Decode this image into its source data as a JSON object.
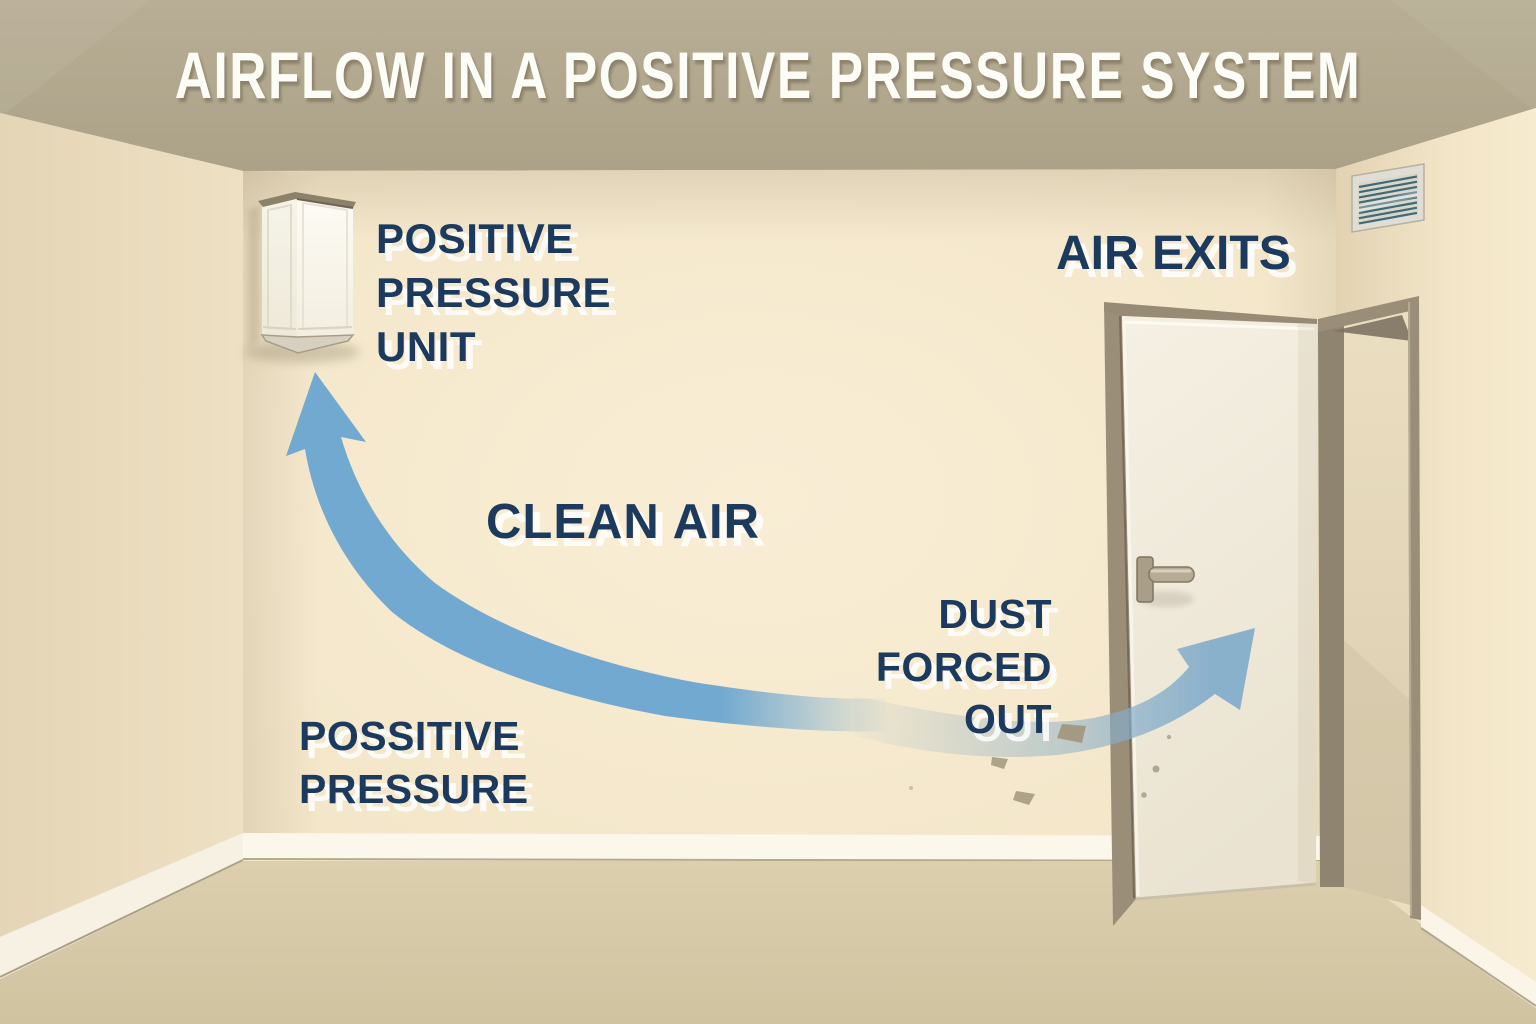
{
  "title": "AIRFLOW IN A POSITIVE PRESSURE SYSTEM",
  "labels": {
    "unit": "POSITIVE\nPRESSURE\nUNIT",
    "clean_air": "CLEAN AIR",
    "positive_pressure": "POSSITIVE\nPRESSURE",
    "dust_forced_out": "DUST\nFORCED\nOUT",
    "air_exits": "AIR EXITS"
  },
  "objects": {
    "unit": "positive-pressure-unit",
    "door": "open-door",
    "vent": "wall-vent-grille",
    "clean_air_arrow": "clean-air-flow-arrow",
    "dust_arrow": "dust-exit-arrow",
    "dust": "dust-particles"
  },
  "colors": {
    "ceiling": "#b3a98f",
    "back_wall": "#f7ebd1",
    "left_wall": "#e8dabc",
    "right_wall": "#f2e5c7",
    "floor": "#d6c9a6",
    "baseboard": "#fbf7eb",
    "label_navy": "#1b3a5e",
    "title_white": "#fdfdf8",
    "arrow_blue": "#72a9d0",
    "faded_arrow_blue": "#85aecb",
    "door_frame": "#9a8e79",
    "door_panel": "#f2ecdd",
    "doorway_interior": "#e4d7b9",
    "vent_slat": "#3f6a77",
    "dust": "#a1957b"
  }
}
